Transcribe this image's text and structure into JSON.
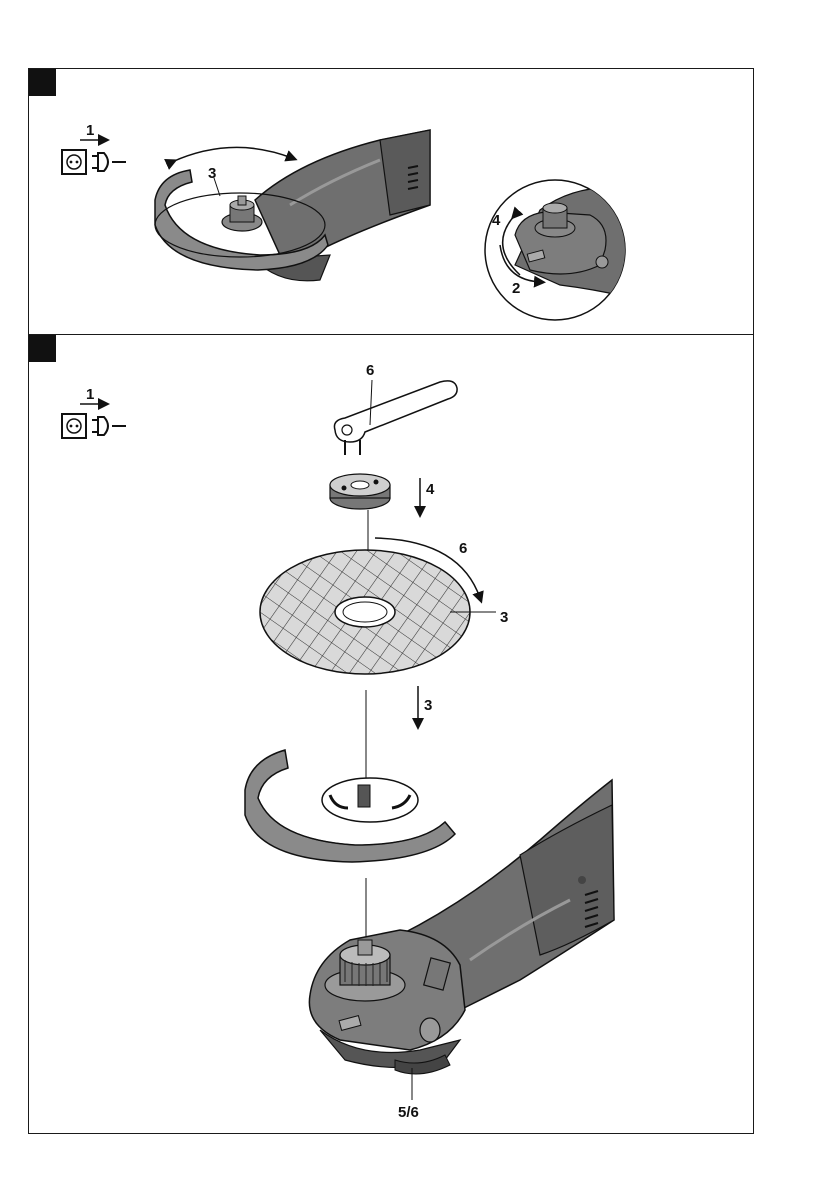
{
  "step_a": {
    "step_labels": {
      "unplug_step": "1",
      "guard_label": "3",
      "rotate_up": "4",
      "rotate_down": "2"
    }
  },
  "step_b": {
    "step_labels": {
      "unplug_step": "1",
      "wrench_label": "6",
      "flange_nut_arrow": "4",
      "rotation_label": "6",
      "disc_label": "3",
      "disc_arrow": "3",
      "spindle_lock_label": "5/6"
    }
  },
  "colors": {
    "tool_dark": "#555555",
    "tool_mid": "#7a7a7a",
    "tool_light": "#b5b5b5",
    "outline": "#111111"
  },
  "icons": {
    "unplug": "socket-plug-icon",
    "marker": "step-marker-icon"
  }
}
